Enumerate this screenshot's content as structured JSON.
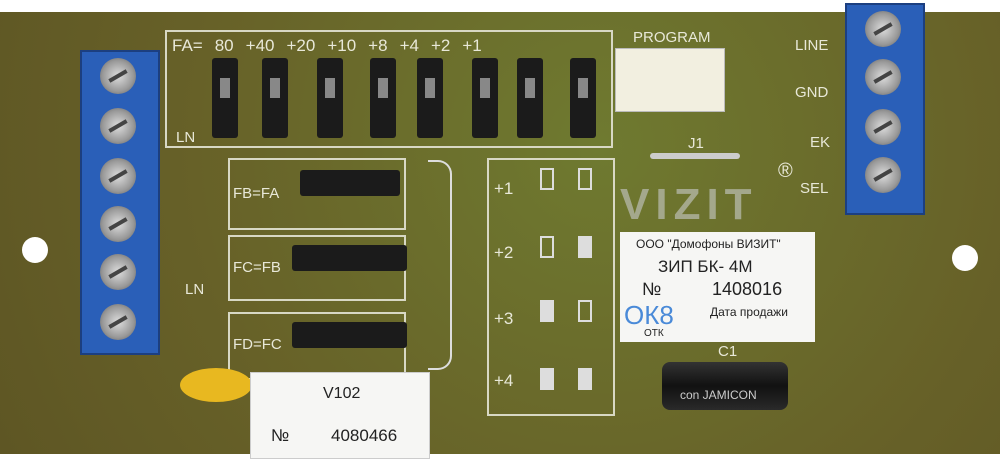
{
  "board": {
    "fa_labels": [
      "FA=",
      "80",
      "+40",
      "+20",
      "+10",
      "+8",
      "+4",
      "+2",
      "+1"
    ],
    "program": "PROGRAM",
    "j1": "J1",
    "ln_top": "LN",
    "ln_bottom": "LN",
    "fb": "FB=FA",
    "fc": "FC=FB",
    "fd": "FD=FC",
    "rows": [
      "+1",
      "+2",
      "+3",
      "+4"
    ],
    "terminal_labels": [
      "LINE",
      "GND",
      "EK",
      "SEL"
    ],
    "logo": "VIZIT",
    "registered": "®",
    "c1": "C1",
    "capacitor_text": "con JAMICON"
  },
  "label": {
    "company": "ООО \"Домофоны ВИЗИТ\"",
    "product": "ЗИП БК- 4М",
    "no_sign": "№",
    "serial": "1408016",
    "sale_date": "Дата продажи",
    "stamp": "ОК8",
    "otk": "ОТК"
  },
  "sticker": {
    "model": "V102",
    "no_sign": "№",
    "serial": "4080466"
  }
}
